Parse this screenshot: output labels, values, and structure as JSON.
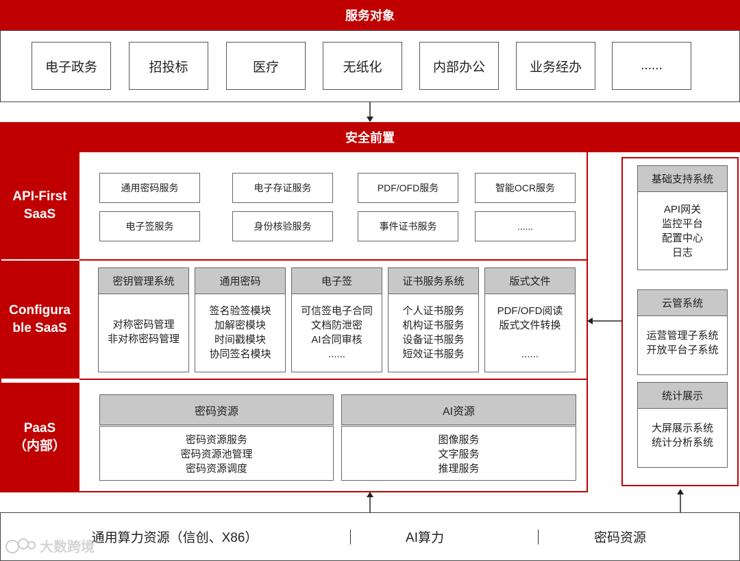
{
  "service_targets": {
    "title": "服务对象",
    "items": [
      "电子政务",
      "招投标",
      "医疗",
      "无纸化",
      "内部办公",
      "业务经办",
      "......"
    ]
  },
  "security": {
    "title": "安全前置"
  },
  "api_first": {
    "label_line1": "API-First",
    "label_line2": "SaaS",
    "row1": [
      "通用密码服务",
      "电子存证服务",
      "PDF/OFD服务",
      "智能OCR服务"
    ],
    "row2": [
      "电子签服务",
      "身份核验服务",
      "事件证书服务",
      "......"
    ]
  },
  "configurable": {
    "label_line1": "Configura",
    "label_line2": "ble SaaS",
    "cards": [
      {
        "title": "密钥管理系统",
        "lines": [
          "对称密码管理",
          "非对称密码管理"
        ]
      },
      {
        "title": "通用密码",
        "lines": [
          "签名验签模块",
          "加解密模块",
          "时间戳模块",
          "协同签名模块"
        ]
      },
      {
        "title": "电子签",
        "lines": [
          "可信签电子合同",
          "文档防泄密",
          "AI合同审核",
          "......"
        ]
      },
      {
        "title": "证书服务系统",
        "lines": [
          "个人证书服务",
          "机构证书服务",
          "设备证书服务",
          "短效证书服务"
        ]
      },
      {
        "title": "版式文件",
        "lines": [
          "PDF/OFD阅读",
          "版式文件转换",
          "",
          "......"
        ]
      }
    ]
  },
  "paas": {
    "label_line1": "PaaS",
    "label_line2": "（内部）",
    "resources": [
      {
        "title": "密码资源",
        "lines": [
          "密码资源服务",
          "密码资源池管理",
          "密码资源调度"
        ]
      },
      {
        "title": "AI资源",
        "lines": [
          "图像服务",
          "文字服务",
          "推理服务"
        ]
      }
    ]
  },
  "side": {
    "cards": [
      {
        "title": "基础支持系统",
        "lines": [
          "API网关",
          "监控平台",
          "配置中心",
          "日志"
        ]
      },
      {
        "title": "云管系统",
        "lines": [
          "运营管理子系统",
          "开放平台子系统"
        ]
      },
      {
        "title": "统计展示",
        "lines": [
          "大屏展示系统",
          "统计分析系统"
        ]
      }
    ]
  },
  "bottom": {
    "items": [
      "通用算力资源（信创、X86）",
      "AI算力",
      "密码资源"
    ]
  },
  "watermark": "大数跨境",
  "colors": {
    "accent": "#c00000",
    "header_gray": "#c8c8c8"
  }
}
